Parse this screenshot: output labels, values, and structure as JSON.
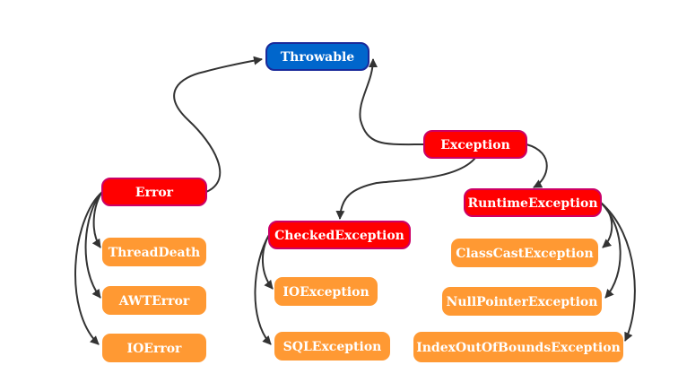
{
  "colors": {
    "root_fill": "#0066cc",
    "root_stroke": "#1a2a9a",
    "branch_fill": "#ff0000",
    "branch_stroke": "#cc0066",
    "leaf_fill": "#ff9933",
    "edge": "#333333"
  },
  "nodes": [
    {
      "id": "throwable",
      "label": "Throwable",
      "kind": "root"
    },
    {
      "id": "error",
      "label": "Error",
      "kind": "branch"
    },
    {
      "id": "exception",
      "label": "Exception",
      "kind": "branch"
    },
    {
      "id": "runtimeexception",
      "label": "RuntimeException",
      "kind": "branch"
    },
    {
      "id": "checkedexception",
      "label": "CheckedException",
      "kind": "branch"
    },
    {
      "id": "threaddeath",
      "label": "ThreadDeath",
      "kind": "leaf"
    },
    {
      "id": "awterror",
      "label": "AWTError",
      "kind": "leaf"
    },
    {
      "id": "ioerror",
      "label": "IOError",
      "kind": "leaf"
    },
    {
      "id": "ioexception",
      "label": "IOException",
      "kind": "leaf"
    },
    {
      "id": "sqlexception",
      "label": "SQLException",
      "kind": "leaf"
    },
    {
      "id": "classcastexception",
      "label": "ClassCastException",
      "kind": "leaf"
    },
    {
      "id": "nullpointerexception",
      "label": "NullPointerException",
      "kind": "leaf"
    },
    {
      "id": "indexoutofboundsexception",
      "label": "IndexOutOfBoundsException",
      "kind": "leaf"
    }
  ],
  "edges": [
    {
      "from": "error",
      "to": "throwable"
    },
    {
      "from": "exception",
      "to": "throwable"
    },
    {
      "from": "exception",
      "to": "runtimeexception"
    },
    {
      "from": "exception",
      "to": "checkedexception"
    },
    {
      "from": "error",
      "to": "threaddeath"
    },
    {
      "from": "error",
      "to": "awterror"
    },
    {
      "from": "error",
      "to": "ioerror"
    },
    {
      "from": "checkedexception",
      "to": "ioexception"
    },
    {
      "from": "checkedexception",
      "to": "sqlexception"
    },
    {
      "from": "runtimeexception",
      "to": "classcastexception"
    },
    {
      "from": "runtimeexception",
      "to": "nullpointerexception"
    },
    {
      "from": "runtimeexception",
      "to": "indexoutofboundsexception"
    }
  ]
}
